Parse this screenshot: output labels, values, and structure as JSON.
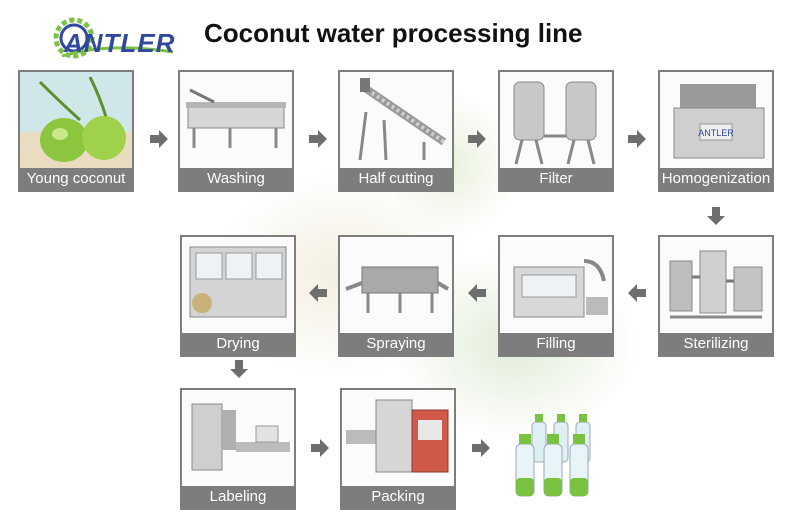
{
  "logo": {
    "text": "ANTLER",
    "color": "#3048a0"
  },
  "title": "Coconut water processing line",
  "steps": [
    {
      "label": "Young coconut",
      "icon": "coconut-icon"
    },
    {
      "label": "Washing",
      "icon": "washing-machine-icon"
    },
    {
      "label": "Half cutting",
      "icon": "cutting-conveyor-icon"
    },
    {
      "label": "Filter",
      "icon": "filter-tanks-icon"
    },
    {
      "label": "Homogenization",
      "icon": "homogenizer-icon"
    },
    {
      "label": "Sterilizing",
      "icon": "sterilizer-icon"
    },
    {
      "label": "Filling",
      "icon": "filling-machine-icon"
    },
    {
      "label": "Spraying",
      "icon": "spray-tunnel-icon"
    },
    {
      "label": "Drying",
      "icon": "dryer-icon"
    },
    {
      "label": "Labeling",
      "icon": "labeling-machine-icon"
    },
    {
      "label": "Packing",
      "icon": "packing-machine-icon"
    }
  ],
  "final_product": {
    "icon": "bottled-coconut-water-icon"
  },
  "colors": {
    "frame": "#7d7d7d",
    "arrow": "#6e6e6e",
    "accent_green": "#7cc242"
  }
}
